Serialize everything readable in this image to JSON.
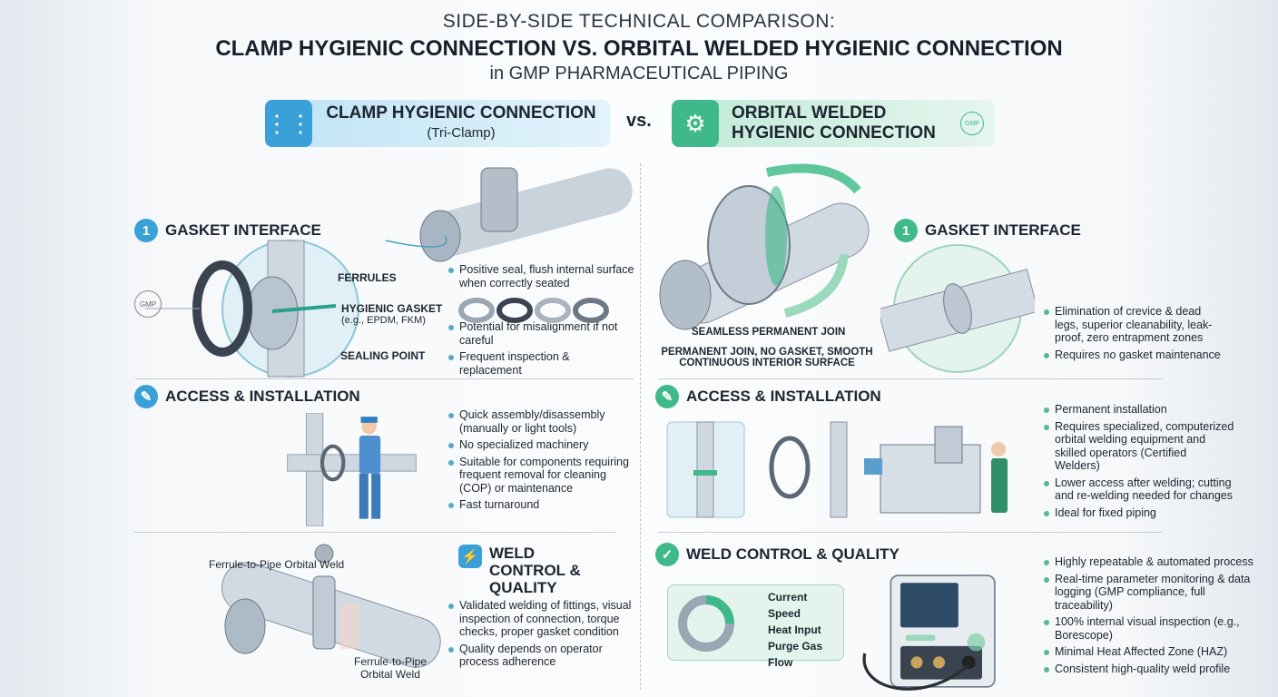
{
  "title": {
    "line1": "SIDE-BY-SIDE TECHNICAL COMPARISON:",
    "line2": "CLAMP HYGIENIC CONNECTION VS. ORBITAL WELDED HYGIENIC CONNECTION",
    "line3": "in GMP PHARMACEUTICAL PIPING"
  },
  "left_badge": {
    "title": "CLAMP HYGIENIC CONNECTION",
    "subtitle": "(Tri-Clamp)"
  },
  "vs": "vs.",
  "right_badge": {
    "title": "ORBITAL WELDED HYGIENIC CONNECTION",
    "stamp": "GMP"
  },
  "left": {
    "gasket": {
      "num": "1",
      "heading": "GASKET INTERFACE",
      "stamp": "GMP",
      "labels": [
        "FERRULES",
        "HYGIENIC GASKET",
        "(e.g., EPDM, FKM)",
        "SEALING POINT"
      ],
      "bullets": [
        "Positive seal, flush internal surface when correctly seated",
        "Potential for misalignment if not careful",
        "Frequent inspection & replacement"
      ]
    },
    "access": {
      "heading": "ACCESS & INSTALLATION",
      "bullets": [
        "Quick assembly/disassembly (manually or light tools)",
        "No specialized machinery",
        "Suitable for components requiring frequent removal for cleaning (COP) or maintenance",
        "Fast turnaround"
      ]
    },
    "weld": {
      "heading": "WELD CONTROL & QUALITY",
      "labels": [
        "Ferrule-to-Pipe Orbital Weld",
        "Ferrule-to-Pipe Orbital Weld"
      ],
      "bullets": [
        "Validated welding of fittings, visual inspection of connection, torque checks, proper gasket condition",
        "Quality depends on operator process adherence"
      ]
    }
  },
  "right": {
    "gasket": {
      "num": "1",
      "heading": "GASKET INTERFACE",
      "caption1": "SEAMLESS PERMANENT JOIN",
      "caption2": "PERMANENT JOIN, NO GASKET, SMOOTH CONTINUOUS INTERIOR SURFACE",
      "bullets": [
        "Elimination of crevice & dead legs, superior cleanability, leak-proof, zero entrapment zones",
        "Requires no gasket maintenance"
      ]
    },
    "access": {
      "heading": "ACCESS & INSTALLATION",
      "bullets": [
        "Permanent installation",
        "Requires specialized, computerized orbital welding equipment and skilled operators (Certified Welders)",
        "Lower access after welding; cutting and re-welding needed for changes",
        "Ideal for fixed piping"
      ]
    },
    "weld": {
      "heading": "WELD CONTROL & QUALITY",
      "params": [
        "Current",
        "Speed",
        "Heat Input",
        "Purge Gas Flow"
      ],
      "bullets": [
        "Highly repeatable & automated process",
        "Real-time parameter monitoring & data logging (GMP compliance, full traceability)",
        "100% internal visual inspection (e.g., Borescope)",
        "Minimal Heat Affected Zone (HAZ)",
        "Consistent high-quality weld profile"
      ]
    }
  },
  "colors": {
    "clamp_accent": "#3aa0d8",
    "weld_accent": "#3fb98a"
  }
}
